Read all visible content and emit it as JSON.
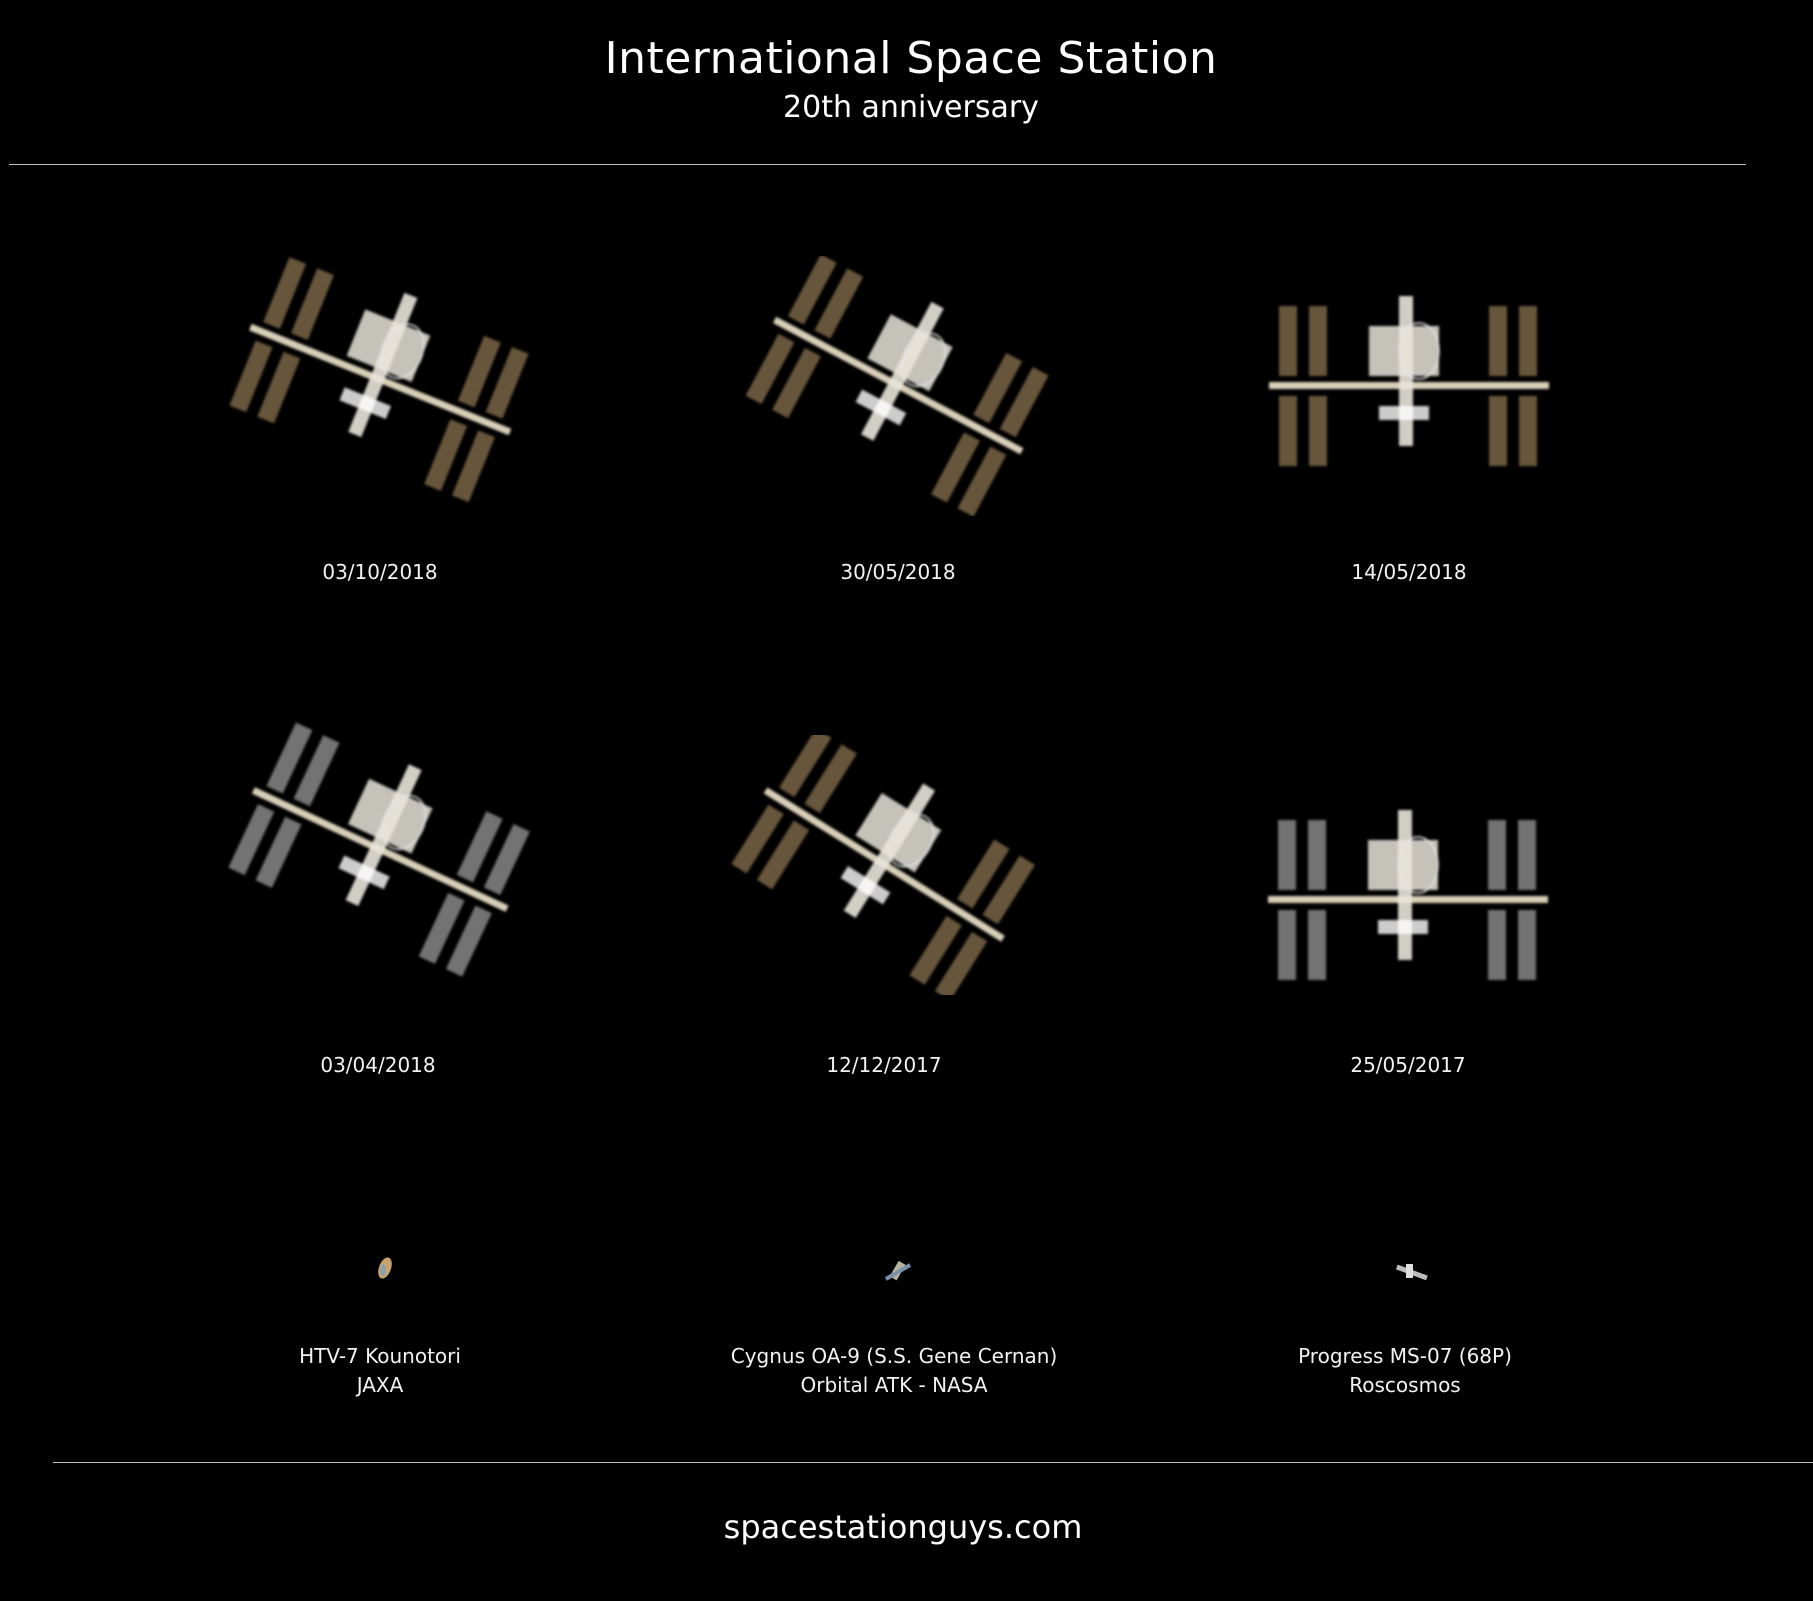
{
  "header": {
    "title": "International Space Station",
    "subtitle": "20th anniversary"
  },
  "iss_images": [
    {
      "date": "03/10/2018"
    },
    {
      "date": "30/05/2018"
    },
    {
      "date": "14/05/2018"
    },
    {
      "date": "03/04/2018"
    },
    {
      "date": "12/12/2017"
    },
    {
      "date": "25/05/2017"
    }
  ],
  "spacecraft": [
    {
      "name": "HTV-7 Kounotori",
      "agency": "JAXA"
    },
    {
      "name": "Cygnus OA-9 (S.S. Gene Cernan)",
      "agency": "Orbital ATK - NASA"
    },
    {
      "name": "Progress MS-07 (68P)",
      "agency": "Roscosmos"
    }
  ],
  "footer": {
    "site": "spacestationguys.com"
  },
  "colors": {
    "background": "#000000",
    "rule": "#bdbdbd",
    "panel": "#8a7350",
    "module": "#e8e4da"
  }
}
